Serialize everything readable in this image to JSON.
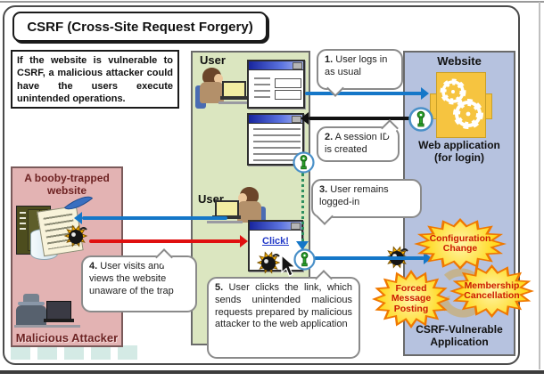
{
  "title": "CSRF (Cross-Site Request Forgery)",
  "description": "If the website is vulnerable to CSRF, a malicious attacker could have the users execute unintended operations.",
  "user_panel": {
    "label_top": "User",
    "label_bottom": "User",
    "click_link": "Click!"
  },
  "website_panel": {
    "label": "Website",
    "app_name": "Web application",
    "app_sub": "(for login)",
    "vuln_line1": "CSRF-Vulnerable",
    "vuln_line2": "Application"
  },
  "trap_panel": {
    "title_line1": "A booby-trapped",
    "title_line2": "website",
    "attacker_label": "Malicious Attacker"
  },
  "steps": [
    {
      "num": "1.",
      "text": "User logs in as usual"
    },
    {
      "num": "2.",
      "text": "A session ID is created"
    },
    {
      "num": "3.",
      "text": "User remains logged-in"
    },
    {
      "num": "4.",
      "text": "User visits and views the website unaware of the trap"
    },
    {
      "num": "5.",
      "text": "User clicks the link, which sends unintended malicious requests prepared by malicious attacker to the web application"
    }
  ],
  "attack_effects": [
    "Configuration Change",
    "Forced Message Posting",
    "Membership Cancellation"
  ],
  "colors": {
    "user_panel_bg": "#dbe6c0",
    "website_panel_bg": "#b6c2df",
    "trap_panel_bg": "#e3b3b3",
    "arrow_blue": "#1577c8",
    "arrow_red": "#e01010",
    "arrow_black": "#111111",
    "session_line_green": "#2f8f5f",
    "burst_fill": "#ffd91e",
    "burst_edge": "#f07800",
    "burst_text": "#cc1a00",
    "webapp_icon_yellow": "#f6c440"
  }
}
